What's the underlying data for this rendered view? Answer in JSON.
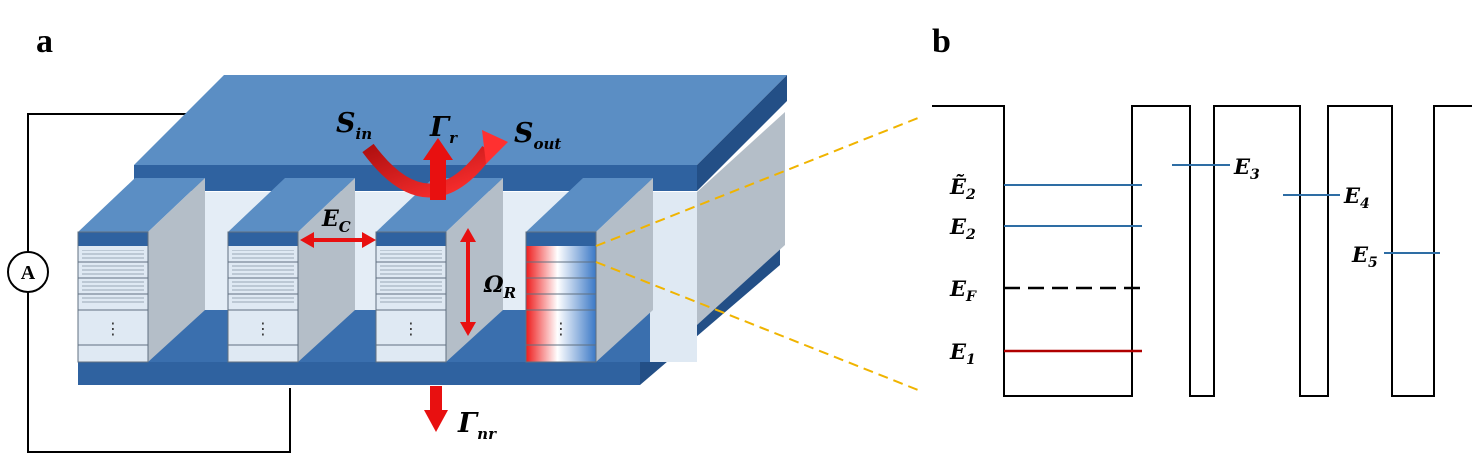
{
  "panels": {
    "a": "a",
    "b": "b"
  },
  "device": {
    "ammeter_label": "A",
    "s_in": {
      "base": "S",
      "sub": "in"
    },
    "s_out": {
      "base": "S",
      "sub": "out"
    },
    "gamma_r": {
      "base": "Γ",
      "sub": "r"
    },
    "gamma_nr": {
      "base": "Γ",
      "sub": "nr"
    },
    "e_c": {
      "base": "E",
      "sub": "C"
    },
    "omega_r": {
      "base": "Ω",
      "sub": "R"
    },
    "ellipsis": "⋮"
  },
  "band_diagram": {
    "levels": [
      {
        "id": "e2-tilde",
        "base": "Ẽ",
        "sub": "2",
        "color": "#2e6da4"
      },
      {
        "id": "e2",
        "base": "E",
        "sub": "2",
        "color": "#2e6da4"
      },
      {
        "id": "ef",
        "base": "E",
        "sub": "F",
        "color": "#000000"
      },
      {
        "id": "e1",
        "base": "E",
        "sub": "1",
        "color": "#b00000"
      },
      {
        "id": "e3",
        "base": "E",
        "sub": "3",
        "color": "#2e6da4"
      },
      {
        "id": "e4",
        "base": "E",
        "sub": "4",
        "color": "#2e6da4"
      },
      {
        "id": "e5",
        "base": "E",
        "sub": "5",
        "color": "#2e6da4"
      }
    ]
  },
  "colors": {
    "plate_top": "#5b8ec4",
    "plate_side": "#2f62a0",
    "wall_light": "#dfe9f3",
    "wall_grey": "#b4bec8",
    "arrow_red": "#e81010",
    "guide_yellow": "#f0b400"
  }
}
